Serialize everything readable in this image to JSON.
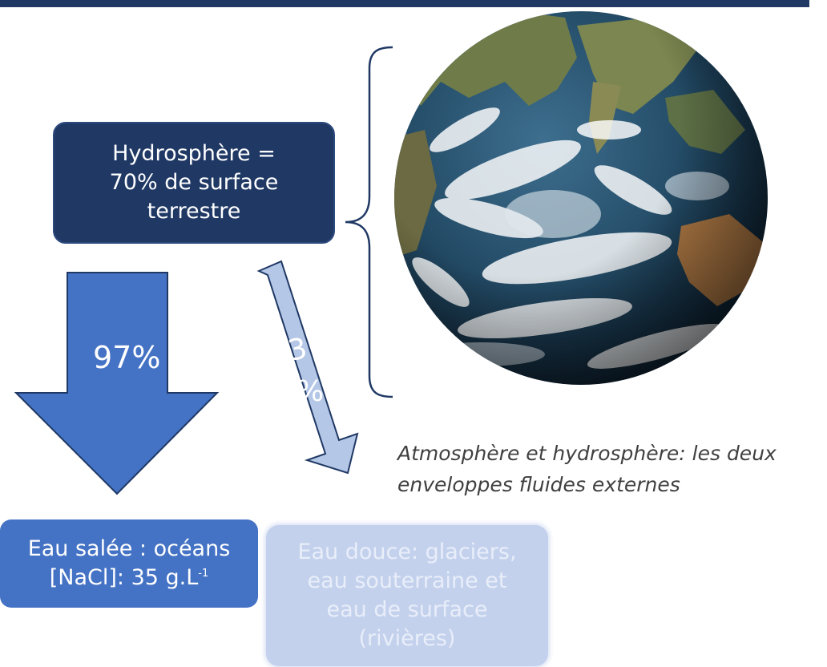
{
  "hydrosphere_box": {
    "lines": [
      "Hydrosphère =",
      "70% de surface",
      "terrestre"
    ]
  },
  "arrow_salt": {
    "label": "97%"
  },
  "arrow_fresh": {
    "label_a": "3",
    "label_b": "%"
  },
  "salt_box": {
    "line1": "Eau salée : océans",
    "line2_prefix": "[NaCl]: 35 g.L",
    "line2_sup": "-1"
  },
  "fresh_box": {
    "lines": [
      "Eau douce: glaciers,",
      "eau souterraine et",
      "eau de surface",
      "(rivières)"
    ]
  },
  "caption": {
    "line1": "Atmosphère et hydrosphère: les deux",
    "line2": "enveloppes fluides externes"
  },
  "colors": {
    "navy": "#1f3864",
    "blue": "#4472c4",
    "light_blue": "#c4d1ed",
    "arrow_light": "#b4c7e7"
  },
  "icons": {
    "earth": "earth-globe-image",
    "bracket": "right-curly-brace"
  }
}
